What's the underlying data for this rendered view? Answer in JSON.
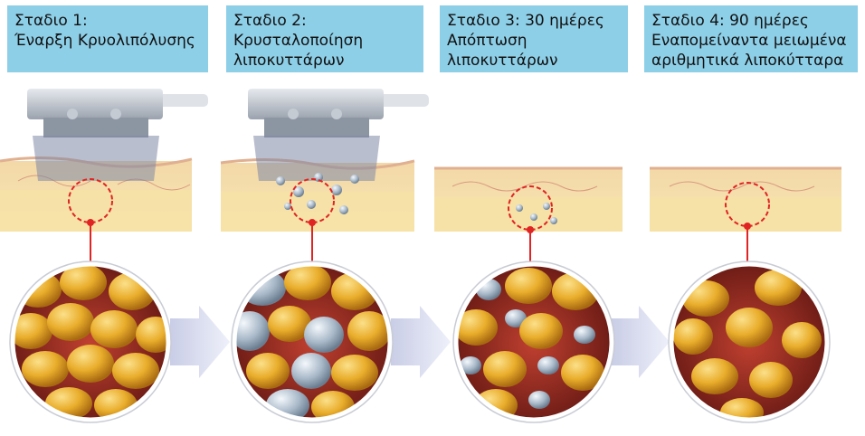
{
  "stages": [
    {
      "label": "Σταδιο 1:\nΈναρξη Κρυολιπόλυσης"
    },
    {
      "label": "Σταδιο 2:\nΚρυσταλοποίηση\nλιποκυττάρων"
    },
    {
      "label": "Σταδιο 3: 30 ημέρες\nΑπόπτωση\nλιποκυττάρων"
    },
    {
      "label": "Σταδιο 4: 90 ημέρες\nΕναπομείναντα μειωμένα\nαριθμητικά λιποκύτταρα"
    }
  ],
  "colors": {
    "label_bg": "#8ecfe8",
    "fat_cell": "#e9ad2b",
    "crystal_cell": "#a8b8c8",
    "marker": "#e02424",
    "arrow": "#d8dcf0"
  },
  "icons": [
    "cryo-applicator-icon",
    "skin-cross-section-icon",
    "magnified-fat-cells-icon",
    "flow-arrow-icon"
  ]
}
